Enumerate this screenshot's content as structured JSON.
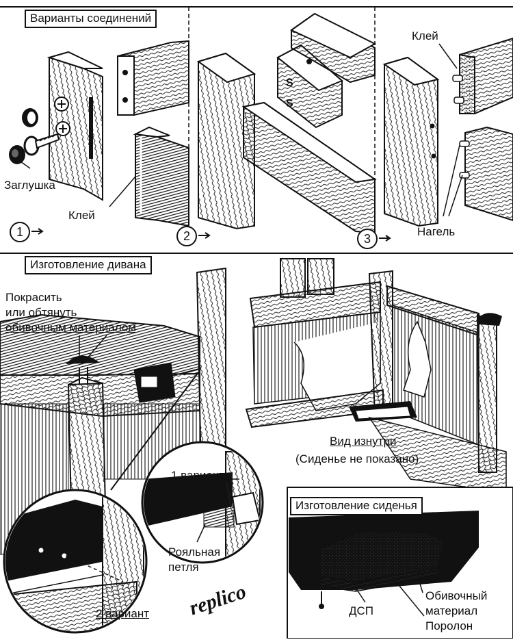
{
  "sections": {
    "joints_title": "Варианты соединений",
    "sofa_title": "Изготовление дивана",
    "seat_title": "Изготовление сиденья"
  },
  "joints": {
    "cap_label": "Заглушка",
    "glue_label_1": "Клей",
    "glue_label_3": "Клей",
    "dowel_label": "Нагель",
    "variant_numbers": [
      "1",
      "2",
      "3"
    ]
  },
  "sofa": {
    "paint_line1": "Покрасить",
    "paint_line2": "или обтянуть",
    "paint_line3": "обивочным материалом",
    "inside_view": "Вид изнутри",
    "seat_not_shown": "(Сиденье не показано)",
    "variant1": "1 вариант",
    "variant2": "2 вариант",
    "piano_hinge_line1": "Рояльная",
    "piano_hinge_line2": "петля"
  },
  "seat": {
    "upholstery_line1": "Обивочный",
    "upholstery_line2": "материал",
    "chipboard": "ДСП",
    "foam": "Поролон"
  },
  "watermark": "replico"
}
